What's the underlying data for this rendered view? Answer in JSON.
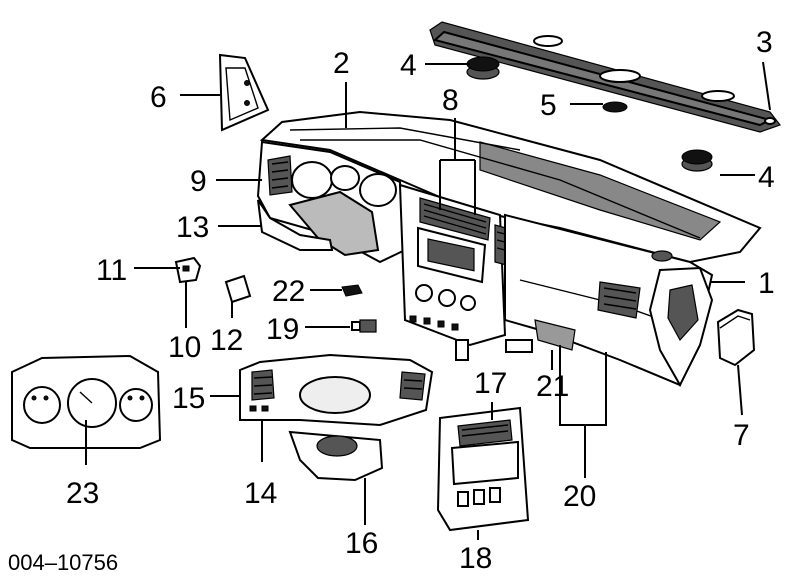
{
  "diagram": {
    "reference_number": "004–10756",
    "callouts": [
      "1",
      "2",
      "3",
      "4",
      "4",
      "5",
      "6",
      "7",
      "8",
      "9",
      "10",
      "11",
      "12",
      "13",
      "14",
      "15",
      "16",
      "17",
      "18",
      "19",
      "20",
      "21",
      "22",
      "23"
    ]
  }
}
